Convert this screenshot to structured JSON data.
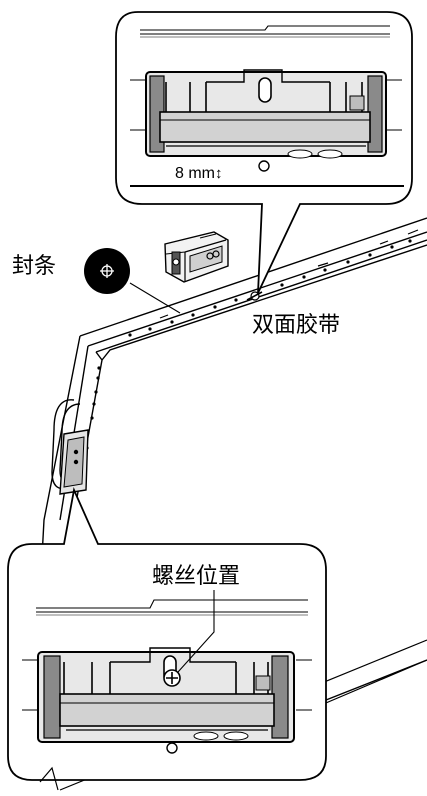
{
  "labels": {
    "seal_strip": "封条",
    "double_sided_tape": "双面胶带",
    "screw_position": "螺丝位置",
    "dimension": "8 mm",
    "dimension_arrow": "↕"
  },
  "icons": {
    "seal_sticker": "crosshair-circle-icon",
    "screw": "screw-head-icon",
    "bracket_part": "mounting-bracket-icon"
  },
  "colors": {
    "line": "#000000",
    "bracket_fill": "#d9d9d9",
    "bracket_dark": "#8a8a8a",
    "background": "#ffffff"
  }
}
